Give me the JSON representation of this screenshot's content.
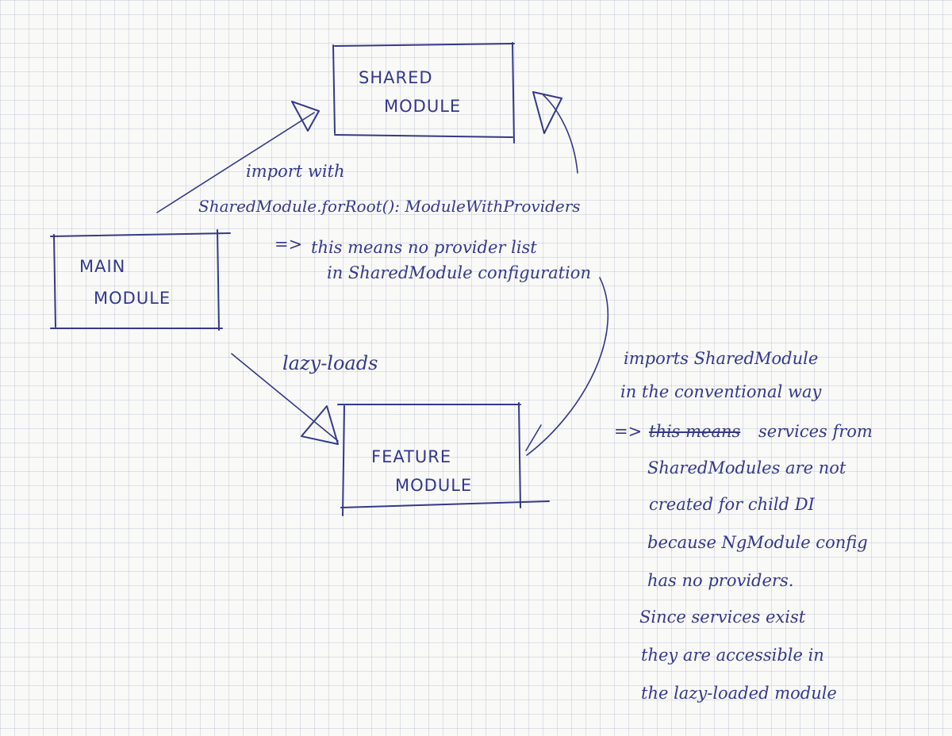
{
  "boxes": {
    "shared": {
      "line1": "SHARED",
      "line2": "MODULE"
    },
    "main": {
      "line1": "MAIN",
      "line2": "MODULE"
    },
    "feature": {
      "line1": "FEATURE",
      "line2": "MODULE"
    }
  },
  "import_note": {
    "line1": "import with",
    "line2": "SharedModule.forRoot(): ModuleWithProviders",
    "line3_arrow": "=>",
    "line3_text": "this means no provider list",
    "line4": "in SharedModule configuration"
  },
  "lazy_label": "lazy-loads",
  "feature_note": {
    "line1": "imports SharedModule",
    "line2": "in the conventional way",
    "line3_arrow": "=>",
    "line3_struck": "this means",
    "line3_text": "services from",
    "line4": "SharedModules are not",
    "line5": "created for child DI",
    "line6": "because NgModule config",
    "line7": "has no providers.",
    "line8": "Since services exist",
    "line9": "they are accessible in",
    "line10": "the lazy-loaded module"
  }
}
